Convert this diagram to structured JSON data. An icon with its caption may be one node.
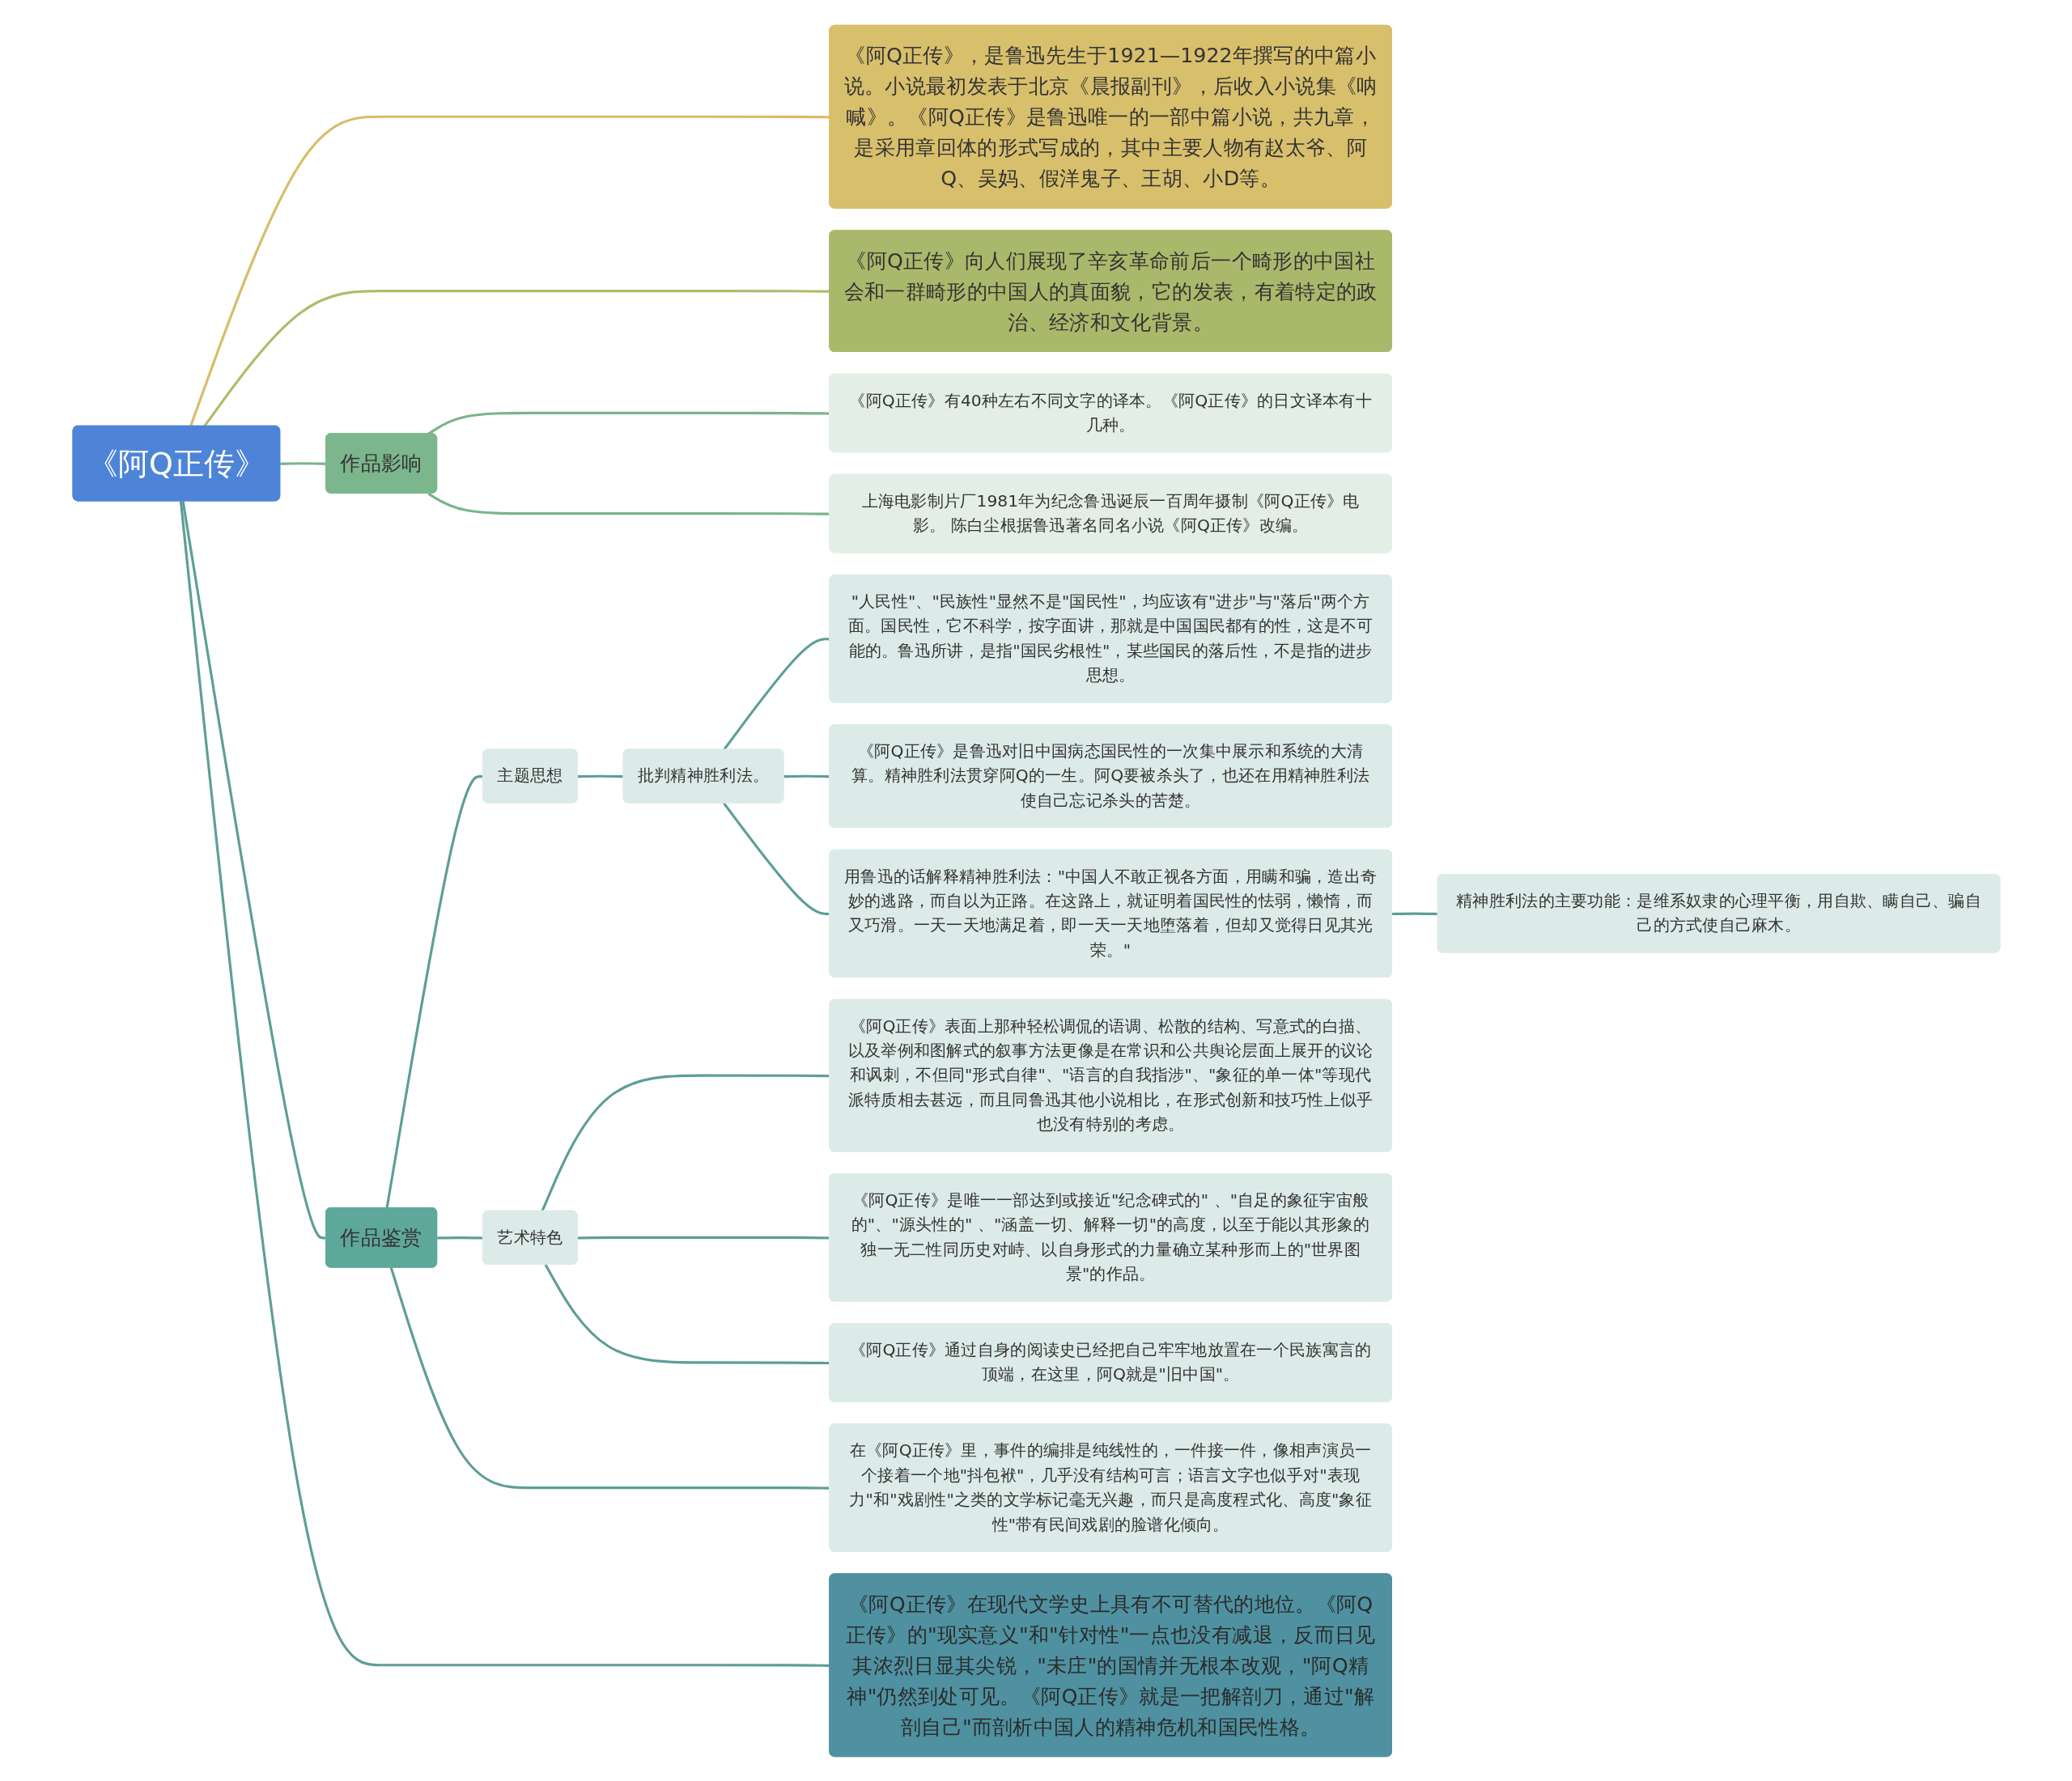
{
  "diagram": {
    "nodes": [
      {
        "text": [
          "《阿Q正传》"
        ]
      },
      {
        "text": [
          "《阿Q正传》，是鲁迅先生于1921—1922年撰写的中篇小说。小说最初发表于北京《晨报副刊》，后收入小说集《呐喊》。《阿Q正传》是鲁迅唯一的一部中篇小说，共九章，是采用章回体的形式写成的，其中主要人物有赵太爷、阿Q、吴妈、假洋鬼子、王胡、小D等。"
        ]
      },
      {
        "text": [
          "《阿Q正传》向人们展现了辛亥革命前后一个畸形的中国社会和一群畸形的中国人的真面貌，它的发表，有着特定的政治、经济和文化背景。"
        ]
      },
      {
        "text": [
          "作品影响"
        ]
      },
      {
        "text": [
          "《阿Q正传》有40种左右不同文字的译本。《阿Q正传》的日文译本有十几种。"
        ]
      },
      {
        "text": [
          "上海电影制片厂1981年为纪念鲁迅诞辰一百周年摄制《阿Q正传》电影。 陈白尘根据鲁迅著名同名小说《阿Q正传》改编。"
        ]
      },
      {
        "text": [
          "作品鉴赏"
        ]
      },
      {
        "text": [
          "主题思想"
        ]
      },
      {
        "text": [
          "批判精神胜利法。"
        ]
      },
      {
        "text": [
          "\"人民性\"、\"民族性\"显然不是\"国民性\"，均应该有\"进步\"与\"落后\"两个方面。国民性，它不科学，按字面讲，那就是中国国民都有的性，这是不可能的。鲁迅所讲，是指\"国民劣根性\"，某些国民的落后性，不是指的进步思想。"
        ]
      },
      {
        "text": [
          "《阿Q正传》是鲁迅对旧中国病态国民性的一次集中展示和系统的大清算。精神胜利法贯穿阿Q的一生。阿Q要被杀头了，也还在用精神胜利法使自己忘记杀头的苦楚。"
        ]
      },
      {
        "text": [
          "用鲁迅的话解释精神胜利法：\"中国人不敢正视各方面，用瞒和骗，造出奇妙的逃路，而自以为正路。在这路上，就证明着国民性的怯弱，懒惰，而又巧滑。一天一天地满足着，即一天一天地堕落着，但却又觉得日见其光荣。\""
        ]
      },
      {
        "text": [
          "精神胜利法的主要功能：是维系奴隶的心理平衡，用自欺、瞒自己、骗自己的方式使自己麻木。"
        ]
      },
      {
        "text": [
          "艺术特色"
        ]
      },
      {
        "text": [
          "《阿Q正传》表面上那种轻松调侃的语调、松散的结构、写意式的白描、以及举例和图解式的叙事方法更像是在常识和公共舆论层面上展开的议论和讽刺，不但同\"形式自律\"、\"语言的自我指涉\"、\"象征的单一体\"等现代派特质相去甚远，而且同鲁迅其他小说相比，在形式创新和技巧性上似乎也没有特别的考虑。"
        ]
      },
      {
        "text": [
          "《阿Q正传》是唯一一部达到或接近\"纪念碑式的\" 、\"自足的象征宇宙般的\"、\"源头性的\" 、\"涵盖一切、解释一切\"的高度，以至于能以其形象的独一无二性同历史对峙、以自身形式的力量确立某种形而上的\"世界图景\"的作品。"
        ]
      },
      {
        "text": [
          "《阿Q正传》通过自身的阅读史已经把自己牢牢地放置在一个民族寓言的顶端，在这里，阿Q就是\"旧中国\"。"
        ]
      },
      {
        "text": [
          "在《阿Q正传》里，事件的编排是纯线性的，一件接一件，像相声演员一个接着一个地\"抖包袱\"，几乎没有结构可言；语言文字也似乎对\"表现力\"和\"戏剧性\"之类的文学标记毫无兴趣，而只是高度程式化、高度\"象征性\"带有民间戏剧的脸谱化倾向。"
        ]
      },
      {
        "text": [
          "《阿Q正传》在现代文学史上具有不可替代的地位。《阿Q正传》的\"现实意义\"和\"针对性\"一点也没有减退，反而日见其浓烈日显其尖锐，\"未庄\"的国情并无根本改观，\"阿Q精神\"仍然到处可见。《阿Q正传》就是一把解剖刀，通过\"解剖自己\"而剖析中国人的精神危机和国民性格。"
        ]
      }
    ],
    "edges": [
      {
        "from": 0,
        "to": 1,
        "arrow": "none",
        "color": "#d6bd69"
      },
      {
        "from": 0,
        "to": 2,
        "arrow": "none",
        "color": "#b2ba6c"
      },
      {
        "from": 0,
        "to": 3,
        "arrow": "none",
        "color": "#7ab48a"
      },
      {
        "from": 3,
        "to": 4,
        "arrow": "none",
        "color": "#7ab48a"
      },
      {
        "from": 3,
        "to": 5,
        "arrow": "none",
        "color": "#7ab48a"
      },
      {
        "from": 0,
        "to": 6,
        "arrow": "none"
      },
      {
        "from": 6,
        "to": 7,
        "arrow": "none"
      },
      {
        "from": 7,
        "to": 8,
        "arrow": "none"
      },
      {
        "from": 8,
        "to": 9,
        "arrow": "none"
      },
      {
        "from": 8,
        "to": 10,
        "arrow": "none"
      },
      {
        "from": 8,
        "to": 11,
        "arrow": "none"
      },
      {
        "from": 11,
        "to": 12,
        "arrow": "none"
      },
      {
        "from": 6,
        "to": 13,
        "arrow": "none"
      },
      {
        "from": 13,
        "to": 14,
        "arrow": "none"
      },
      {
        "from": 13,
        "to": 15,
        "arrow": "none"
      },
      {
        "from": 13,
        "to": 16,
        "arrow": "none"
      },
      {
        "from": 6,
        "to": 17,
        "arrow": "none"
      },
      {
        "from": 0,
        "to": 18,
        "arrow": "none"
      }
    ]
  }
}
